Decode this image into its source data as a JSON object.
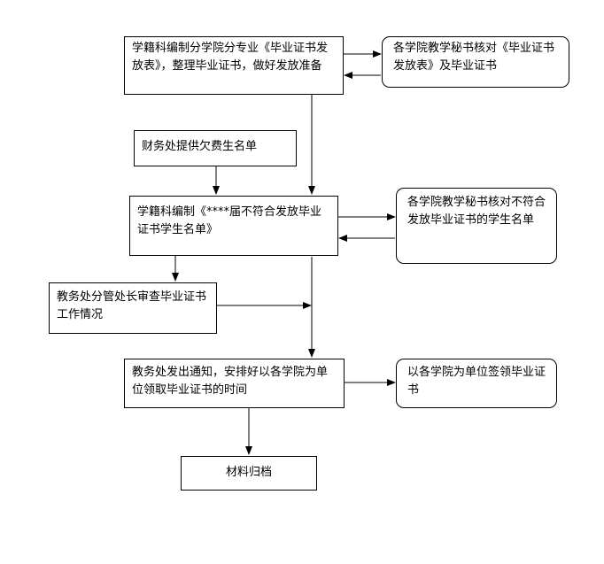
{
  "diagram": {
    "nodes": {
      "n1": "学籍科编制分学院分专业《毕业证书发放表》，整理毕业证书，做好发放准备",
      "n2": "各学院教学秘书核对《毕业证书发放表》及毕业证书",
      "n3": "财务处提供欠费生名单",
      "n4": "学籍科编制《****届不符合发放毕业证书学生名单》",
      "n5": "各学院教学秘书核对不符合发放毕业证书的学生名单",
      "n6": "教务处分管处长审查毕业证书工作情况",
      "n7": "教务处发出通知，安排好以各学院为单位领取毕业证书的时间",
      "n8": "以各学院为单位签领毕业证书",
      "n9": "材料归档"
    }
  }
}
